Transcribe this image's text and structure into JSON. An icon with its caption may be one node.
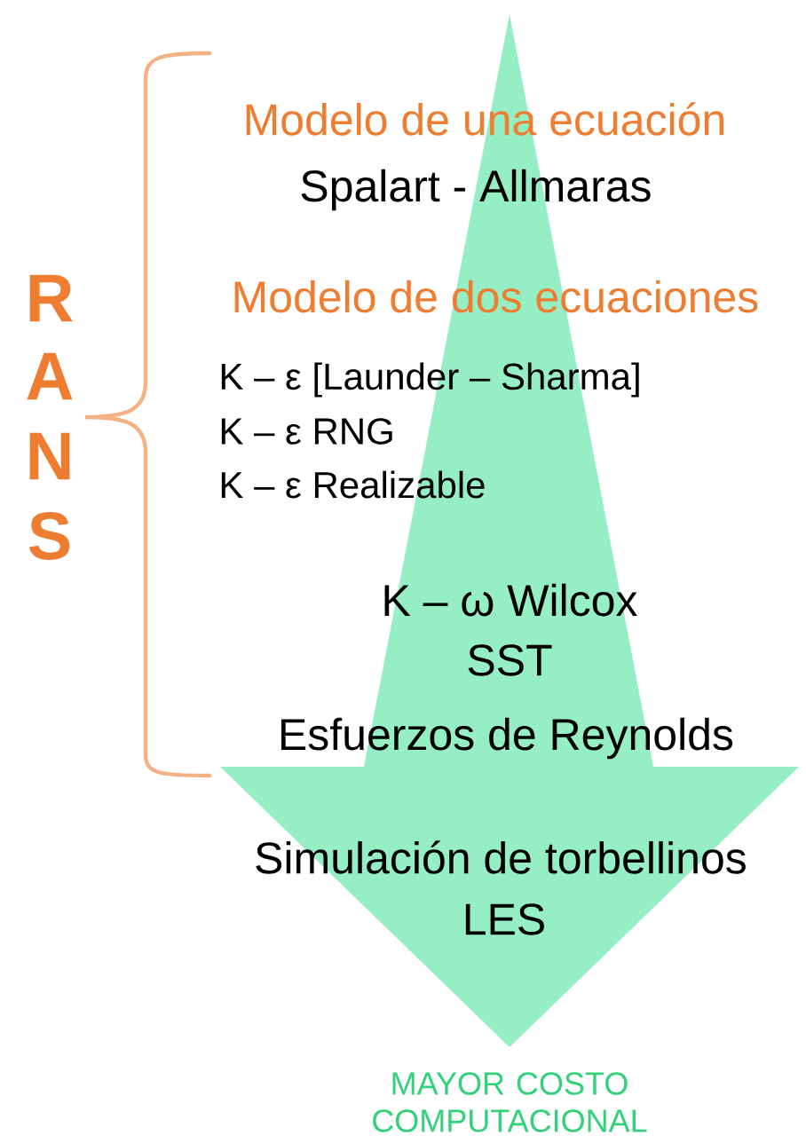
{
  "diagram": {
    "labels": [
      "Modelo de una ecuación",
      "Spalart - Allmaras",
      "R",
      "Modelo de dos ecuaciones",
      "A",
      "K – ε [Launder – Sharma]",
      "K – ε RNG",
      "N",
      "K – ε Realizable",
      "S",
      "K – ω Wilcox",
      "SST",
      "Esfuerzos de Reynolds",
      "Simulación de torbellinos",
      "LES",
      "MAYOR COSTO COMPUTACIONAL"
    ]
  }
}
